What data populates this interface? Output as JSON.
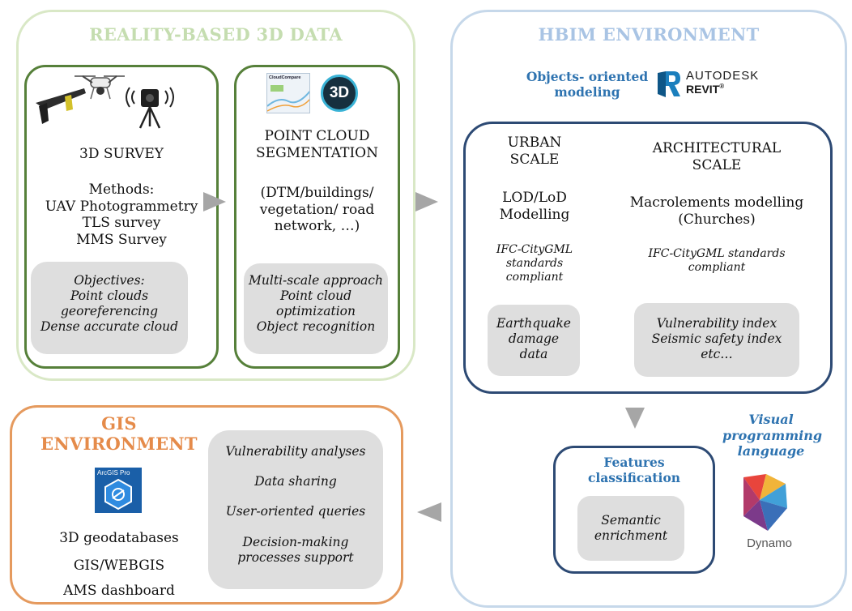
{
  "colors": {
    "reality_green": "#d9e8c6",
    "reality_title": "#c5ddb0",
    "dark_green": "#56803a",
    "hbim_blue": "#c6d8ea",
    "hbim_title": "#a9c4e4",
    "navy": "#2d4a74",
    "gis_orange": "#e59a5e",
    "gis_title": "#e58b4a",
    "accent_blue": "#2e73b0",
    "grey_box": "#dedede",
    "arrow_grey": "#a6a6a6"
  },
  "reality": {
    "title": "REALITY-BASED 3D DATA",
    "survey": {
      "icons": [
        "fixed-wing-drone-icon",
        "quadcopter-drone-icon",
        "laser-scanner-icon"
      ],
      "heading": "3D SURVEY",
      "methods": "Methods:\nUAV Photogrammetry\nTLS survey\nMMS Survey",
      "objectives": "Objectives:\nPoint clouds\ngeoreferencing\nDense accurate cloud"
    },
    "segmentation": {
      "icons": [
        "cloudcompare-logo",
        "3d-software-logo"
      ],
      "cloudcompare_text": "CloudCompare",
      "threed_text": "3D",
      "heading": "POINT CLOUD\nSEGMENTATION",
      "detail": "(DTM/buildings/\nvegetation/ road\nnetwork, …)",
      "approach": "Multi-scale approach\nPoint cloud\noptimization\nObject recognition"
    }
  },
  "hbim": {
    "title": "HBIM ENVIRONMENT",
    "modeling": "Objects- oriented\nmodeling",
    "revit": {
      "icon": "revit-logo",
      "line1": "AUTODESK",
      "line2": "REVIT",
      "reg": "®"
    },
    "urban": {
      "heading": "URBAN\nSCALE",
      "lod": "LOD/LoD\nModelling",
      "ifc": "IFC-CityGML\nstandards\ncompliant",
      "data": "Earthquake\ndamage\ndata"
    },
    "arch": {
      "heading": "ARCHITECTURAL\nSCALE",
      "macro": "Macrolements modelling\n(Churches)",
      "ifc": "IFC-CityGML standards\ncompliant",
      "index": "Vulnerability index\nSeismic safety index\netc…"
    },
    "features": {
      "title": "Features\nclassification",
      "enrichment": "Semantic\nenrichment"
    },
    "visual": "Visual\nprogramming\nlanguage",
    "dynamo": {
      "icon": "dynamo-logo",
      "label": "Dynamo"
    }
  },
  "gis": {
    "title": "GIS\nENVIRONMENT",
    "arcgis": {
      "icon": "arcgis-pro-logo",
      "label": "ArcGIS Pro"
    },
    "items": [
      "3D geodatabases",
      "GIS/WEBGIS",
      "AMS dashboard"
    ],
    "analyses": [
      "Vulnerability analyses",
      "Data sharing",
      "User-oriented queries",
      "Decision-making\nprocesses support"
    ]
  }
}
